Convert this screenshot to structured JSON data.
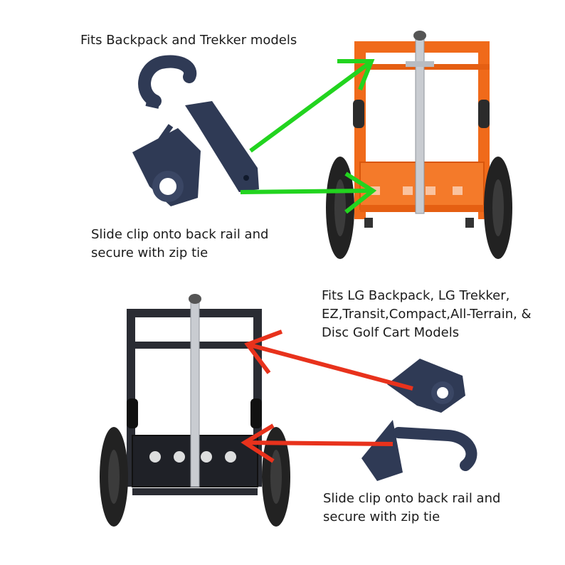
{
  "captions": {
    "top_fits": "Fits Backpack and Trekker models",
    "top_slide_line1": "Slide clip onto back rail and",
    "top_slide_line2": "secure with zip tie",
    "bottom_fits_line1": "Fits LG Backpack, LG Trekker,",
    "bottom_fits_line2": "EZ,Transit,Compact,All-Terrain, &",
    "bottom_fits_line3": "Disc Golf Cart Models",
    "bottom_slide_line1": "Slide clip onto back rail and",
    "bottom_slide_line2": "secure with zip tie"
  },
  "colors": {
    "orange_cart": "#f06a1a",
    "black_cart": "#2a2c33",
    "clip": "#2f3a55",
    "green_arrow": "#22d41f",
    "red_arrow": "#e8321c",
    "tire": "#222222",
    "rail": "#c9ccd1"
  },
  "icons": [
    "hook-clip-icon",
    "rail-clip-icon",
    "orange-cart-icon",
    "black-cart-icon"
  ]
}
